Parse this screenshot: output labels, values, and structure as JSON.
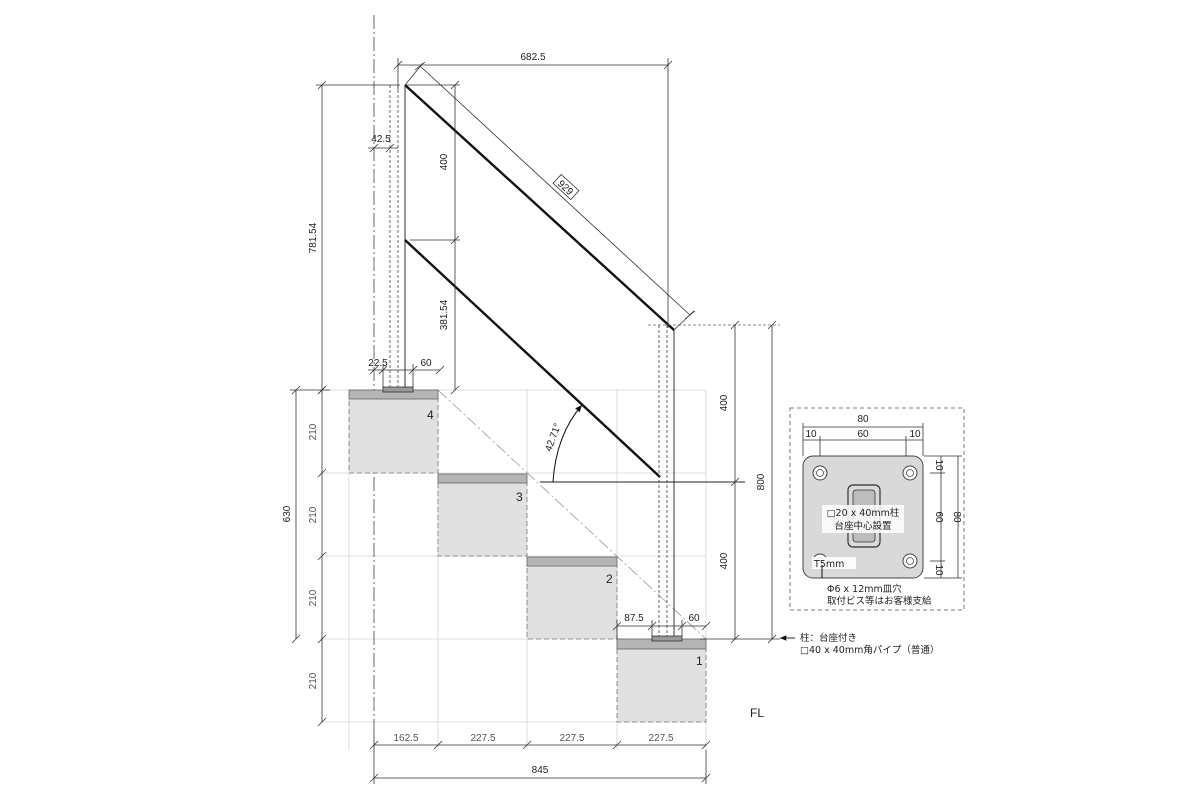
{
  "dims": {
    "top_run": "682.5",
    "rail_len": "929",
    "post_offset": "42.5",
    "rail_gap_top": "400",
    "post_height": "781.54",
    "rail_gap_lower": "381.54",
    "base_left": "22.5",
    "base_right_top": "60",
    "right_upper": "400",
    "right_lower": "400",
    "right_total": "800",
    "angle": "42.71°",
    "base_left_bottom": "87.5",
    "base_right_bottom": "60",
    "rise_1": "210",
    "rise_2": "210",
    "rise_3": "210",
    "rise_4": "210",
    "rise_total": "630",
    "run_1": "162.5",
    "run_2": "227.5",
    "run_3": "227.5",
    "run_4": "227.5",
    "run_total": "845"
  },
  "steps": [
    "1",
    "2",
    "3",
    "4"
  ],
  "floor_label": "FL",
  "post_note": {
    "line1": "柱：台座付き",
    "line2": "□40 x 40mm角パイプ（普通）"
  },
  "base_detail": {
    "width_total": "80",
    "edge_left": "10",
    "hole_span": "60",
    "edge_right": "10",
    "height_total": "80",
    "edge_top": "10",
    "hole_span_v": "60",
    "edge_bottom": "10",
    "post_label": "□20 x 40mm柱",
    "center_label": "台座中心設置",
    "thickness": "T5mm",
    "hole_label": "Φ6 x 12mm皿穴",
    "screw_label": "取付ビス等はお客様支給"
  },
  "colors": {
    "step_fill": "#e0e0e0",
    "tread_fill": "#b5b5b5",
    "line": "#111111",
    "guide": "#cfcfcf"
  }
}
